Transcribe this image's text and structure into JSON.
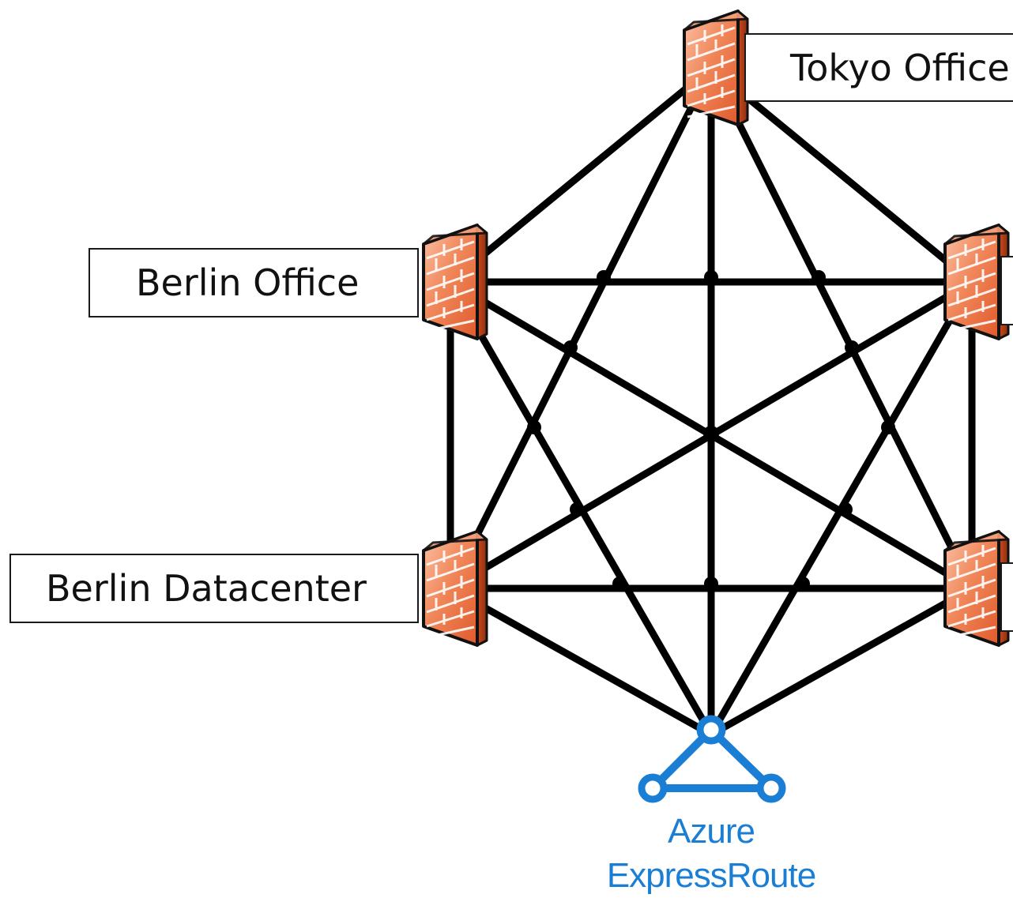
{
  "nodes": {
    "tokyo_office": {
      "label": "Tokyo Office",
      "icon": "firewall-icon"
    },
    "berlin_office": {
      "label": "Berlin Office",
      "icon": "firewall-icon"
    },
    "berlin_datacenter": {
      "label": "Berlin Datacenter",
      "icon": "firewall-icon"
    },
    "right_upper": {
      "icon": "firewall-icon"
    },
    "right_lower": {
      "icon": "firewall-icon"
    },
    "azure_expressroute": {
      "label_line1": "Azure",
      "label_line2": "ExpressRoute",
      "icon": "expressroute-icon"
    }
  },
  "topology": "full-mesh",
  "colors": {
    "link": "#000000",
    "firewall_brick": "#f28a5c",
    "firewall_mortar": "#ffffff",
    "azure_blue": "#1a7fd4"
  }
}
